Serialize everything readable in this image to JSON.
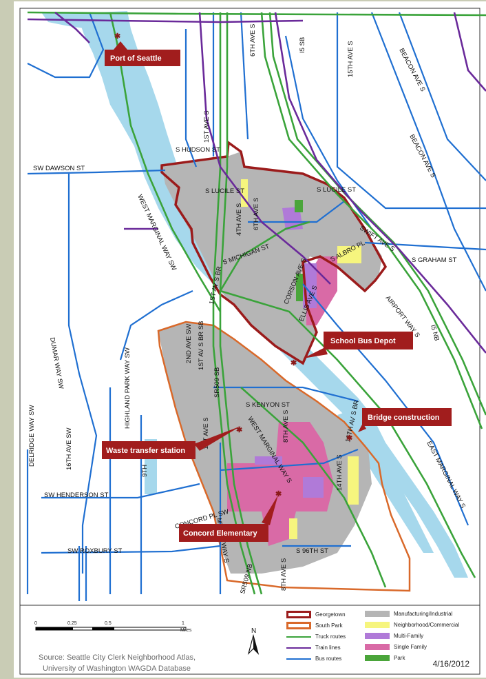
{
  "streets": {
    "sw_dawson": "SW DAWSON ST",
    "s_hudson": "S HUDSON ST",
    "s_lucile_1": "S LUCILE ST",
    "s_lucile_2": "S LUCILE ST",
    "s_michigan": "S MICHIGAN ST",
    "s_graham": "S GRAHAM ST",
    "s_albro": "S ALBRO PL",
    "swift": "SWIFT AVE S",
    "airport": "AIRPORT WAY S",
    "beacon_1": "BEACON AVE S",
    "beacon_2": "BEACON AVE S",
    "15th": "15TH AVE S",
    "6th_top": "6TH AVE S",
    "i5_sb": "I5 SB",
    "i5_nb": "I5 NB",
    "1st_top": "1ST AVE S",
    "4th": "4TH AVE S",
    "6th": "6TH AVE S",
    "corson": "CORSON AVE S",
    "ellis": "ELLIS AVE S",
    "west_marginal_sw": "WEST MARGINAL WAY SW",
    "1st_br": "1ST AV S BR",
    "1st_br_sb": "1ST AV S BR SB",
    "2nd_sw": "2ND AVE SW",
    "sr509_sb": "SR509 SB",
    "sr509_nb": "SR509 NB",
    "highland": "HIGHLAND PARK WAY SW",
    "dumar": "DUMAR WAY SW",
    "16th_sw": "16TH AVE SW",
    "delridge": "DELRIDGE WAY SW",
    "9th": "9TH",
    "s_kenyon": "S KENYON ST",
    "1st_ave_s": "1ST AVE S",
    "west_marginal_s": "WEST MARGINAL WAY S",
    "8th": "8TH AVE S",
    "16th_br": "16TH AV S BR",
    "14th": "14TH AVE S",
    "sw_henderson": "SW HENDERSON ST",
    "cloverdale": "CONCORD PL SW",
    "myers": "MYERS WAY S",
    "sw_roxbury": "SW ROXBURY ST",
    "s_96th": "S 96TH ST",
    "8th_bottom": "8TH AVE S",
    "east_marginal": "EAST MARGINAL WAY S"
  },
  "callouts": {
    "port": "Port of Seattle",
    "bus_depot": "School Bus Depot",
    "bridge": "Bridge construction",
    "waste": "Waste transfer station",
    "concord": "Concord Elementary"
  },
  "scale": {
    "t0": "0",
    "t1": "0.25",
    "t2": "0.5",
    "t3": "1",
    "unit": "Miles"
  },
  "north": "N",
  "legend": {
    "georgetown": "Georgetown",
    "south_park": "South Park",
    "truck": "Truck routes",
    "train": "Train lines",
    "bus": "Bus routes",
    "manufacturing": "Manufacturing/Industrial",
    "neighborhood": "Neighborhood/Commercial",
    "multi": "Multi-Family",
    "single": "Single Family",
    "park": "Park"
  },
  "source_line1": "Source: Seattle City Clerk Neighborhood Atlas,",
  "source_line2": "University of Washington WAGDA Database",
  "date": "4/16/2012",
  "colors": {
    "georgetown": "#9b1b1b",
    "south_park": "#d9692a",
    "truck": "#3aa33a",
    "train": "#6a2a9a",
    "bus": "#1f6fd1",
    "water": "#a6d8ec",
    "manufacturing": "#b5b5b5",
    "neighborhood": "#f6f57e",
    "multi": "#b07ad8",
    "single": "#d96aa6",
    "park": "#4aa53a",
    "callout": "#a11d1d"
  }
}
